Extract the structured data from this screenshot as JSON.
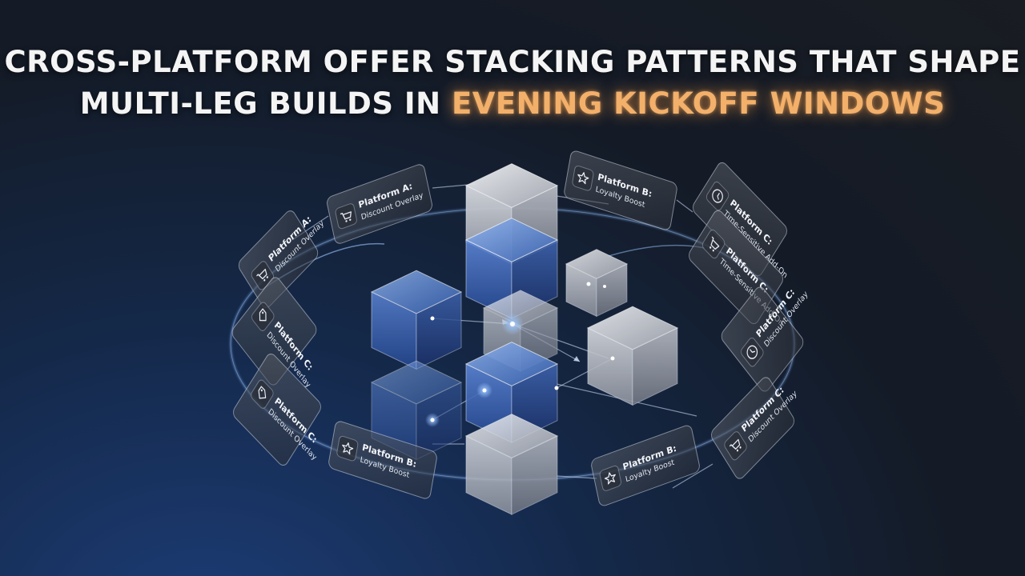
{
  "title": {
    "line1": "CROSS-PLATFORM OFFER STACKING PATTERNS THAT SHAPE",
    "line2_plain": "MULTI-LEG BUILDS IN ",
    "line2_accent": "EVENING KICKOFF WINDOWS"
  },
  "colors": {
    "accent": "#f3b06a",
    "headline": "#f4f4f4",
    "ring": "#7fb4ff",
    "cube_blue": "#3f6fc4",
    "cube_gray": "#c9ccd3"
  },
  "cards": [
    {
      "name": "card-platform-a-top",
      "platform": "Platform A:",
      "offer": "Discount Overlay",
      "icon": "cart-icon"
    },
    {
      "name": "card-platform-b-top",
      "platform": "Platform B:",
      "offer": "Loyalty Boost",
      "icon": "star-icon"
    },
    {
      "name": "card-platform-a-left",
      "platform": "Platform A:",
      "offer": "Discount Overlay",
      "icon": "cart-icon"
    },
    {
      "name": "card-platform-c-right-1",
      "platform": "Platform C:",
      "offer": "Time-Sensitive Add-On",
      "icon": "clock-icon"
    },
    {
      "name": "card-platform-c-right-2",
      "platform": "Platform C:",
      "offer": "Time-Sensitive Add-On",
      "icon": "cart-icon"
    },
    {
      "name": "card-platform-c-left",
      "platform": "Platform C:",
      "offer": "Discount Overlay",
      "icon": "tag-icon"
    },
    {
      "name": "card-platform-c-right-3",
      "platform": "Platform C:",
      "offer": "Discount Overlay",
      "icon": "clock-icon"
    },
    {
      "name": "card-platform-c-bottom-left",
      "platform": "Platform C:",
      "offer": "Discount Overlay",
      "icon": "tag-icon"
    },
    {
      "name": "card-platform-b-bottom-left",
      "platform": "Platform B:",
      "offer": "Loyalty Boost",
      "icon": "star-icon"
    },
    {
      "name": "card-platform-b-bottom-right",
      "platform": "Platform B:",
      "offer": "Loyalty Boost",
      "icon": "star-icon"
    },
    {
      "name": "card-platform-c-bottom-right",
      "platform": "Platform C:",
      "offer": "Discount Overlay",
      "icon": "cart-icon"
    }
  ]
}
